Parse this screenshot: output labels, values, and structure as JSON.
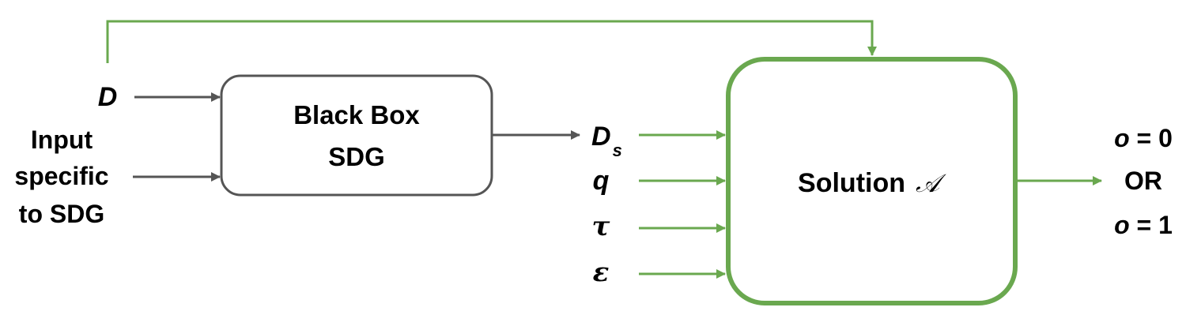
{
  "colors": {
    "green": "#6aa84f",
    "gray": "#555555",
    "text": "#000000"
  },
  "inputs_left": {
    "d_label": "D",
    "specific_line1": "Input",
    "specific_line2": "specific",
    "specific_line3": "to SDG"
  },
  "black_box": {
    "line1": "Black Box",
    "line2": "SDG"
  },
  "solution_inputs": {
    "ds_main": "D",
    "ds_sub": "s",
    "q": "q",
    "tau": "τ",
    "epsilon": "ε"
  },
  "solution": {
    "label": "Solution",
    "symbol": "𝒜"
  },
  "output": {
    "line1_var": "o",
    "line1_rest": " = 0",
    "line2": "OR",
    "line3_var": "o",
    "line3_rest": " = 1"
  }
}
